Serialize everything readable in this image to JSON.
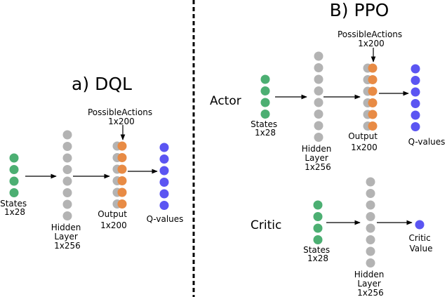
{
  "colors": {
    "state": "#4caf72",
    "hidden": "#b3b3b3",
    "action": "#e88b45",
    "qvalue": "#5b55f2",
    "divider": "#000000",
    "arrow": "#000000"
  },
  "dql": {
    "title": "a) DQL",
    "states": [
      "States",
      "1x28"
    ],
    "hidden": [
      "Hidden",
      "Layer",
      "1x256"
    ],
    "output": [
      "Output",
      "1x200"
    ],
    "possible_actions": [
      "PossibleActions",
      "1x200"
    ],
    "qvalues": "Q-values"
  },
  "ppo": {
    "title": "B) PPO",
    "actor": {
      "label": "Actor",
      "states": [
        "States",
        "1x28"
      ],
      "hidden": [
        "Hidden",
        "Layer",
        "1x256"
      ],
      "output": [
        "Output",
        "1x200"
      ],
      "possible_actions": [
        "PossibleActions",
        "1x200"
      ],
      "qvalues": "Q-values"
    },
    "critic": {
      "label": "Critic",
      "states": [
        "States",
        "1x28"
      ],
      "hidden": [
        "Hidden",
        "Layer",
        "1x256"
      ],
      "value": [
        "Critic",
        "Value"
      ]
    }
  }
}
